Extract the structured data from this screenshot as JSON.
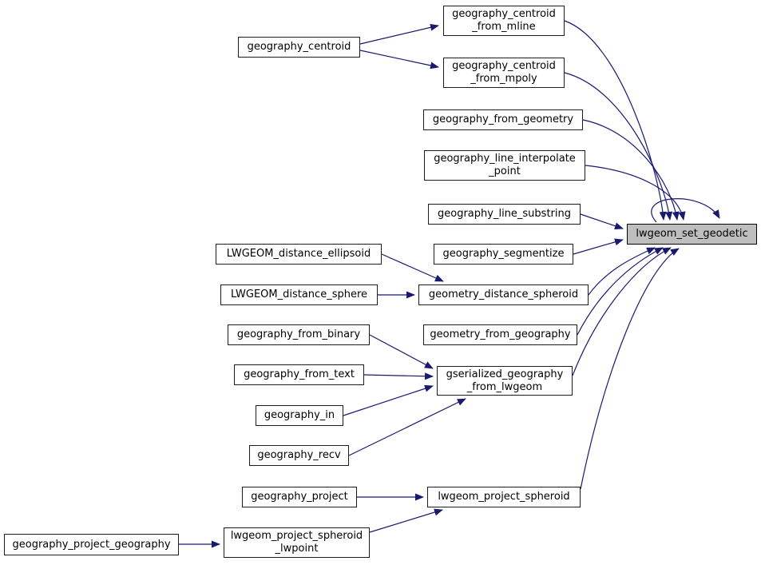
{
  "diagram": {
    "kind": "call-graph",
    "highlighted_node": "lwgeom_set_geodetic",
    "colors": {
      "edge": "#191970",
      "node_border": "#1c1c1c",
      "node_fill": "#ffffff",
      "highlight_fill": "#bebebe",
      "text": "#000000",
      "background": "#ffffff"
    },
    "nodes": [
      {
        "id": "geography_centroid",
        "label": "geography_centroid"
      },
      {
        "id": "geography_centroid_from_mline",
        "label": "geography_centroid\n_from_mline"
      },
      {
        "id": "geography_centroid_from_mpoly",
        "label": "geography_centroid\n_from_mpoly"
      },
      {
        "id": "geography_from_geometry",
        "label": "geography_from_geometry"
      },
      {
        "id": "geography_line_interpolate_point",
        "label": "geography_line_interpolate\n_point"
      },
      {
        "id": "geography_line_substring",
        "label": "geography_line_substring"
      },
      {
        "id": "geography_segmentize",
        "label": "geography_segmentize"
      },
      {
        "id": "LWGEOM_distance_ellipsoid",
        "label": "LWGEOM_distance_ellipsoid"
      },
      {
        "id": "LWGEOM_distance_sphere",
        "label": "LWGEOM_distance_sphere"
      },
      {
        "id": "geometry_distance_spheroid",
        "label": "geometry_distance_spheroid"
      },
      {
        "id": "geography_from_binary",
        "label": "geography_from_binary"
      },
      {
        "id": "geometry_from_geography",
        "label": "geometry_from_geography"
      },
      {
        "id": "geography_from_text",
        "label": "geography_from_text"
      },
      {
        "id": "gserialized_geography_from_lwgeom",
        "label": "gserialized_geography\n_from_lwgeom"
      },
      {
        "id": "geography_in",
        "label": "geography_in"
      },
      {
        "id": "geography_recv",
        "label": "geography_recv"
      },
      {
        "id": "geography_project",
        "label": "geography_project"
      },
      {
        "id": "lwgeom_project_spheroid",
        "label": "lwgeom_project_spheroid"
      },
      {
        "id": "geography_project_geography",
        "label": "geography_project_geography"
      },
      {
        "id": "lwgeom_project_spheroid_lwpoint",
        "label": "lwgeom_project_spheroid\n_lwpoint"
      },
      {
        "id": "lwgeom_set_geodetic",
        "label": "lwgeom_set_geodetic"
      }
    ],
    "edges": [
      {
        "from": "geography_centroid",
        "to": "geography_centroid_from_mline"
      },
      {
        "from": "geography_centroid",
        "to": "geography_centroid_from_mpoly"
      },
      {
        "from": "geography_centroid_from_mline",
        "to": "lwgeom_set_geodetic"
      },
      {
        "from": "geography_centroid_from_mpoly",
        "to": "lwgeom_set_geodetic"
      },
      {
        "from": "geography_from_geometry",
        "to": "lwgeom_set_geodetic"
      },
      {
        "from": "geography_line_interpolate_point",
        "to": "lwgeom_set_geodetic"
      },
      {
        "from": "geography_line_substring",
        "to": "lwgeom_set_geodetic"
      },
      {
        "from": "geography_segmentize",
        "to": "lwgeom_set_geodetic"
      },
      {
        "from": "LWGEOM_distance_ellipsoid",
        "to": "geometry_distance_spheroid"
      },
      {
        "from": "LWGEOM_distance_sphere",
        "to": "geometry_distance_spheroid"
      },
      {
        "from": "geometry_distance_spheroid",
        "to": "lwgeom_set_geodetic"
      },
      {
        "from": "geometry_from_geography",
        "to": "lwgeom_set_geodetic"
      },
      {
        "from": "geography_from_binary",
        "to": "gserialized_geography_from_lwgeom"
      },
      {
        "from": "geography_from_text",
        "to": "gserialized_geography_from_lwgeom"
      },
      {
        "from": "geography_in",
        "to": "gserialized_geography_from_lwgeom"
      },
      {
        "from": "geography_recv",
        "to": "gserialized_geography_from_lwgeom"
      },
      {
        "from": "gserialized_geography_from_lwgeom",
        "to": "lwgeom_set_geodetic"
      },
      {
        "from": "geography_project",
        "to": "lwgeom_project_spheroid"
      },
      {
        "from": "geography_project_geography",
        "to": "lwgeom_project_spheroid_lwpoint"
      },
      {
        "from": "lwgeom_project_spheroid_lwpoint",
        "to": "lwgeom_project_spheroid"
      },
      {
        "from": "lwgeom_project_spheroid",
        "to": "lwgeom_set_geodetic"
      },
      {
        "from": "lwgeom_set_geodetic",
        "to": "lwgeom_set_geodetic"
      }
    ]
  }
}
